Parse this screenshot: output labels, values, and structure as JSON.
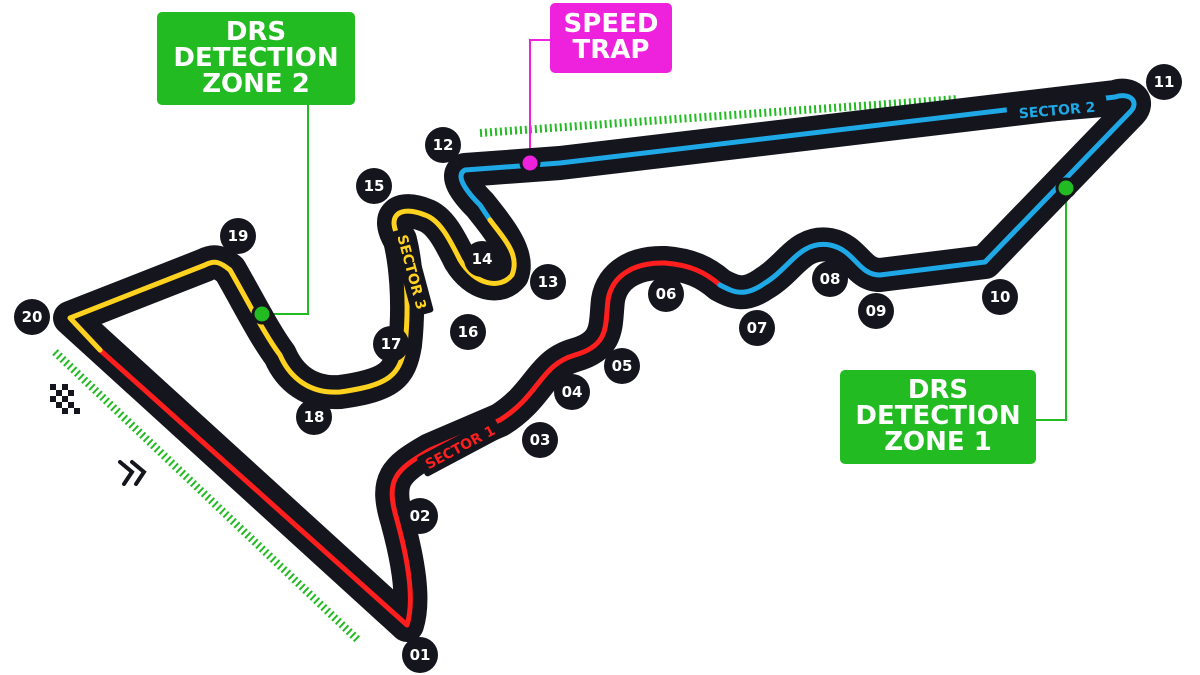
{
  "callouts": {
    "drs_zone_2": [
      "DRS",
      "DETECTION",
      "ZONE 2"
    ],
    "speed_trap": [
      "SPEED",
      "TRAP"
    ],
    "drs_zone_1": [
      "DRS",
      "DETECTION",
      "ZONE 1"
    ]
  },
  "sectors": {
    "s1": "SECTOR 1",
    "s2": "SECTOR 2",
    "s3": "SECTOR 3"
  },
  "turns": [
    "01",
    "02",
    "03",
    "04",
    "05",
    "06",
    "07",
    "08",
    "09",
    "10",
    "11",
    "12",
    "13",
    "14",
    "15",
    "16",
    "17",
    "18",
    "19",
    "20"
  ],
  "colors": {
    "track": "#15151e",
    "sector1": "#ff1e1e",
    "sector2": "#1fa8e6",
    "sector3": "#ffd21f",
    "drs": "#22bb22",
    "speed_trap": "#ee22dd",
    "badge": "#15151e"
  },
  "icons": {
    "start_finish": "checkered-flag-icon",
    "direction": "chevron-right-icon"
  }
}
